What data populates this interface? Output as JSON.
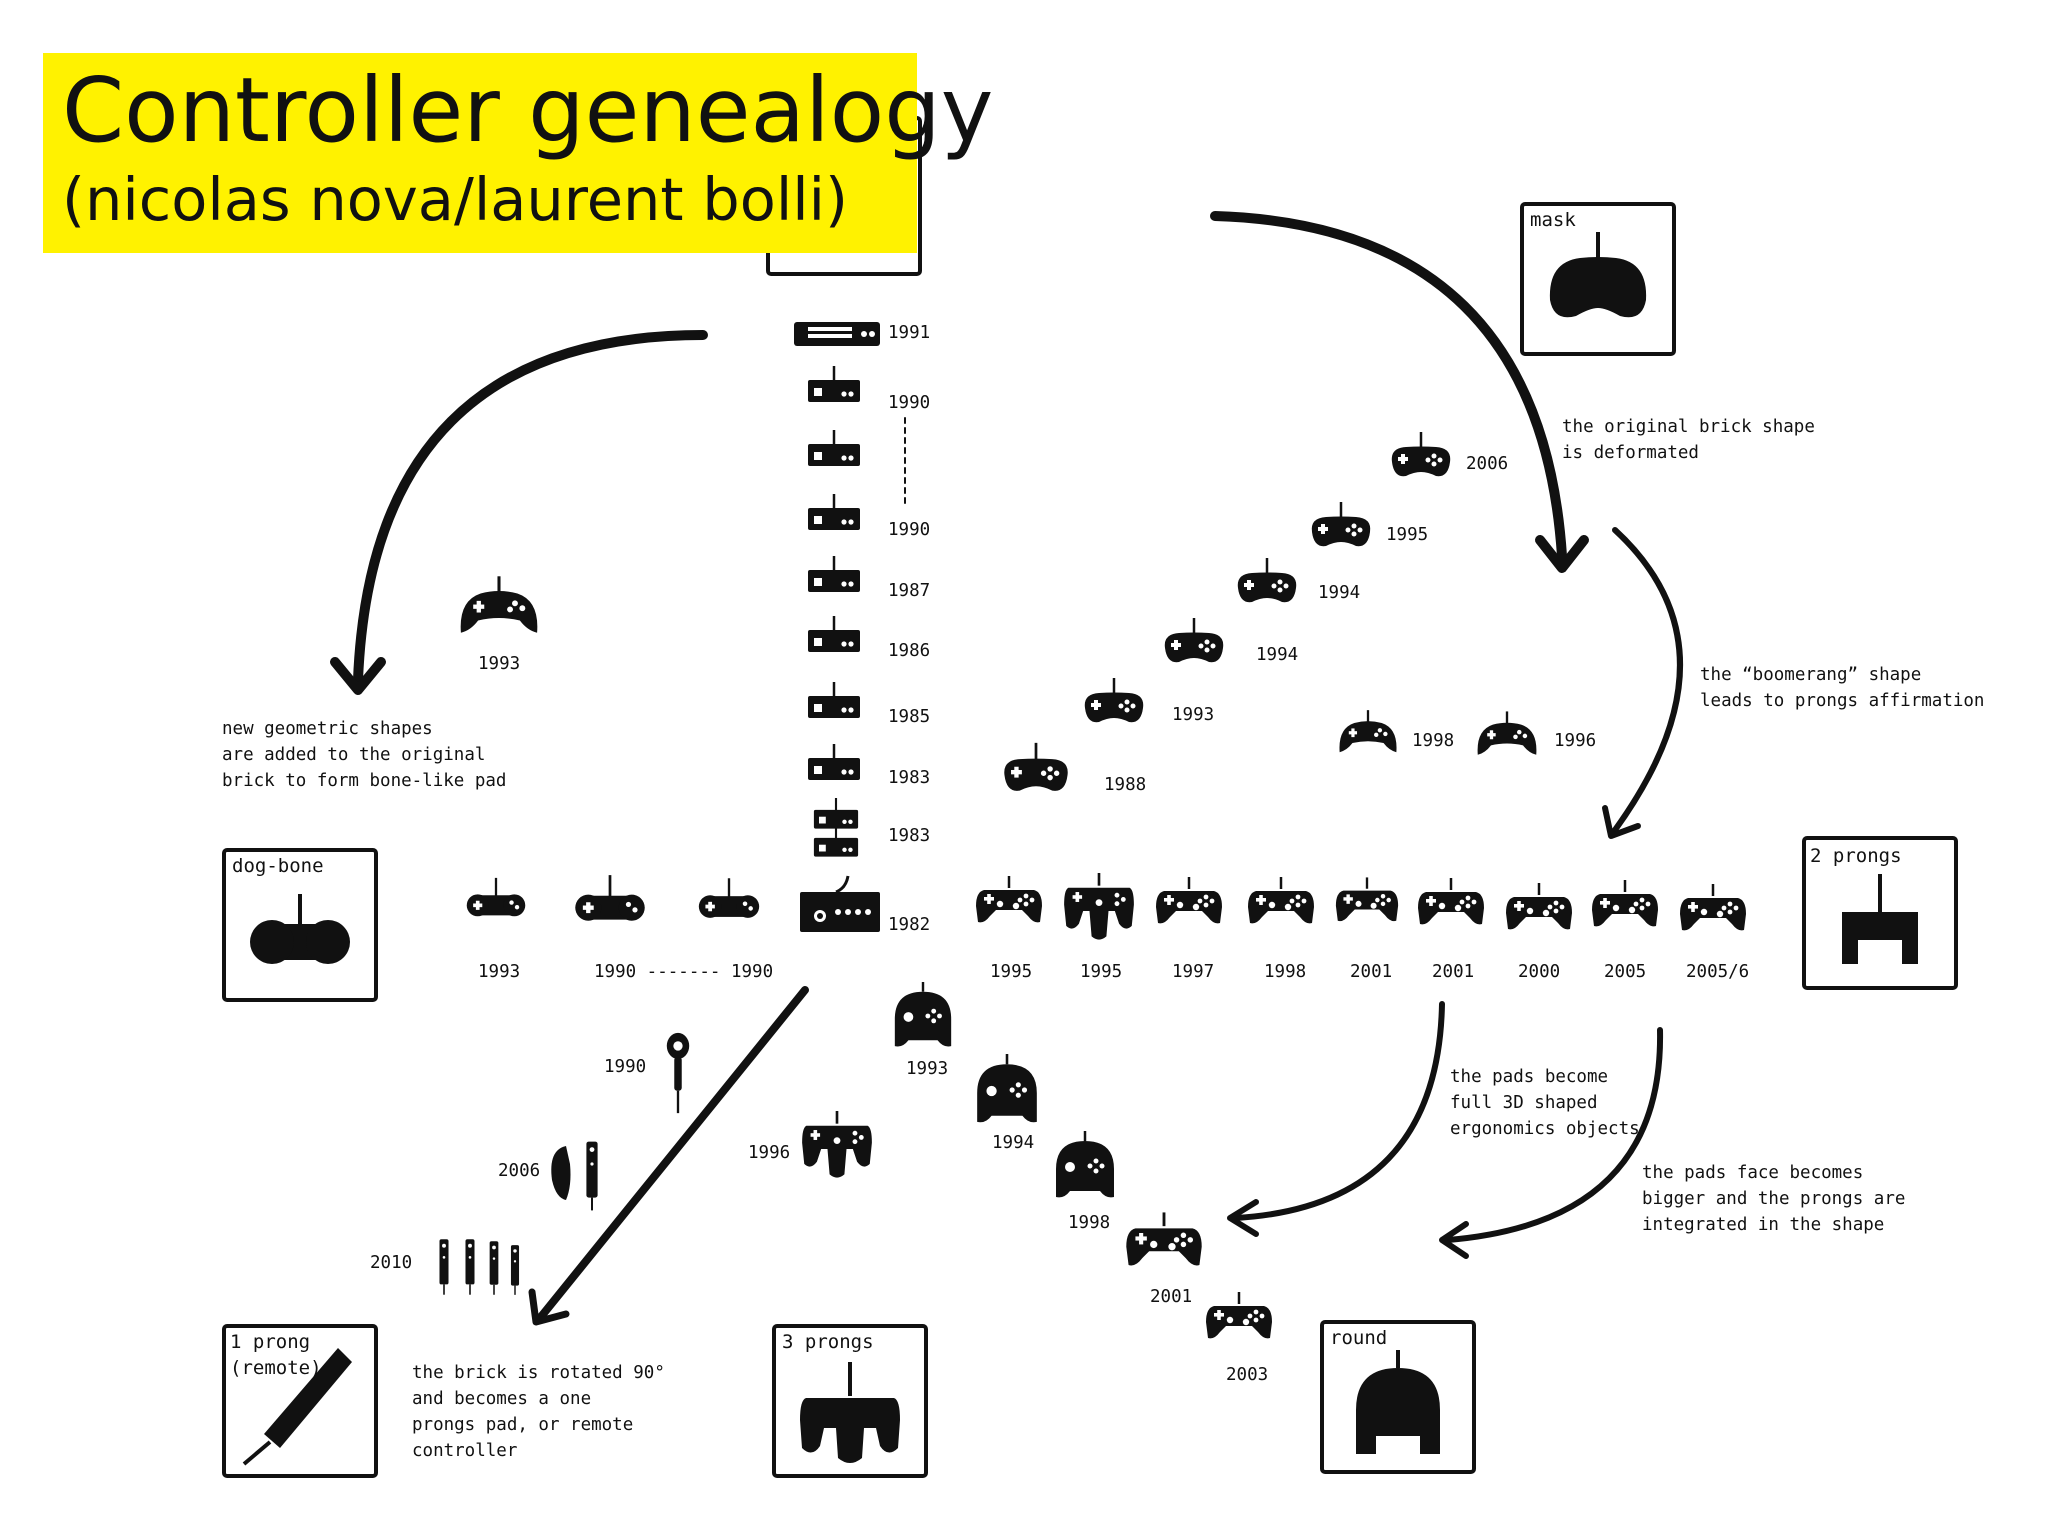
{
  "title": {
    "main": "Controller genealogy",
    "sub": "(nicolas nova/laurent bolli)",
    "background": "#fff200"
  },
  "colors": {
    "ink": "#111111",
    "paper": "#ffffff"
  },
  "categories": {
    "mask": "mask",
    "dog_bone": "dog-bone",
    "two_prongs": "2 prongs",
    "one_prong_l1": "1 prong",
    "one_prong_l2": "(remote)",
    "three_prongs": "3 prongs",
    "round": "round"
  },
  "notes": {
    "brick_deformed": [
      "the original brick shape",
      "is deformated"
    ],
    "boomerang": [
      "the “boomerang” shape",
      "leads to prongs affirmation"
    ],
    "bone_like": [
      "new geometric shapes",
      "are added to the original",
      "brick to form bone-like pad"
    ],
    "rotated": [
      "the brick is rotated 90°",
      "and becomes a one",
      "prongs pad, or remote",
      "controller"
    ],
    "ergonomic": [
      "the pads become",
      "full 3D shaped",
      "ergonomics objects"
    ],
    "face_bigger": [
      "the pads face becomes",
      "bigger and the prongs are",
      "integrated in the shape"
    ]
  },
  "years": {
    "brick_column": [
      "1991",
      "1990",
      "1990",
      "1987",
      "1986",
      "1985",
      "1983",
      "1983",
      "1982"
    ],
    "mask_diagonal": [
      "2006",
      "1995",
      "1994",
      "1994",
      "1993",
      "1988"
    ],
    "boomerang_pair": [
      "1998",
      "1996"
    ],
    "dogbone_lone": "1993",
    "dogbone_row": [
      "1993",
      "1990 ------- 1990"
    ],
    "prongs_row": [
      "1995",
      "1995",
      "1997",
      "1998",
      "2001",
      "2001",
      "2000",
      "2005",
      "2005/6"
    ],
    "round_diagonal": [
      "1993",
      "1994",
      "1998",
      "2001",
      "2003"
    ],
    "three_prong": "1996",
    "remotes": [
      "1990",
      "2006",
      "2010"
    ]
  }
}
